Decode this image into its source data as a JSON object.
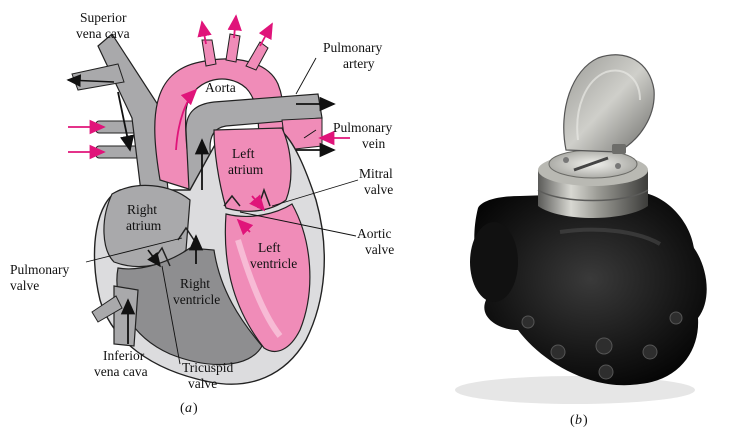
{
  "panel_a": {
    "labels": {
      "superior_vena_cava": [
        "Superior",
        "vena cava"
      ],
      "aorta": "Aorta",
      "pulmonary_artery": [
        "Pulmonary",
        "artery"
      ],
      "pulmonary_vein": [
        "Pulmonary",
        "vein"
      ],
      "left_atrium": [
        "Left",
        "atrium"
      ],
      "mitral_valve": [
        "Mitral",
        "valve"
      ],
      "right_atrium": [
        "Right",
        "atrium"
      ],
      "aortic_valve": [
        "Aortic",
        "valve"
      ],
      "left_ventricle": [
        "Left",
        "ventricle"
      ],
      "pulmonary_valve": [
        "Pulmonary",
        "valve"
      ],
      "right_ventricle": [
        "Right",
        "ventricle"
      ],
      "inferior_vena_cava": [
        "Inferior",
        "vena cava"
      ],
      "tricuspid_valve": [
        "Tricuspid",
        "valve"
      ]
    },
    "caption_letter": "a"
  },
  "panel_b": {
    "caption_letter": "b"
  },
  "colors": {
    "oxygenated": "#f08cb8",
    "oxygenated_light": "#f9c7dc",
    "deoxygenated": "#a9a9ab",
    "deoxygenated_dark": "#8a8a8c",
    "outline": "#222222",
    "arrow_pink": "#e0147a",
    "arrow_black": "#111111"
  },
  "icons": {
    "heart": "heart-diagram",
    "meter": "water-meter-photo"
  }
}
